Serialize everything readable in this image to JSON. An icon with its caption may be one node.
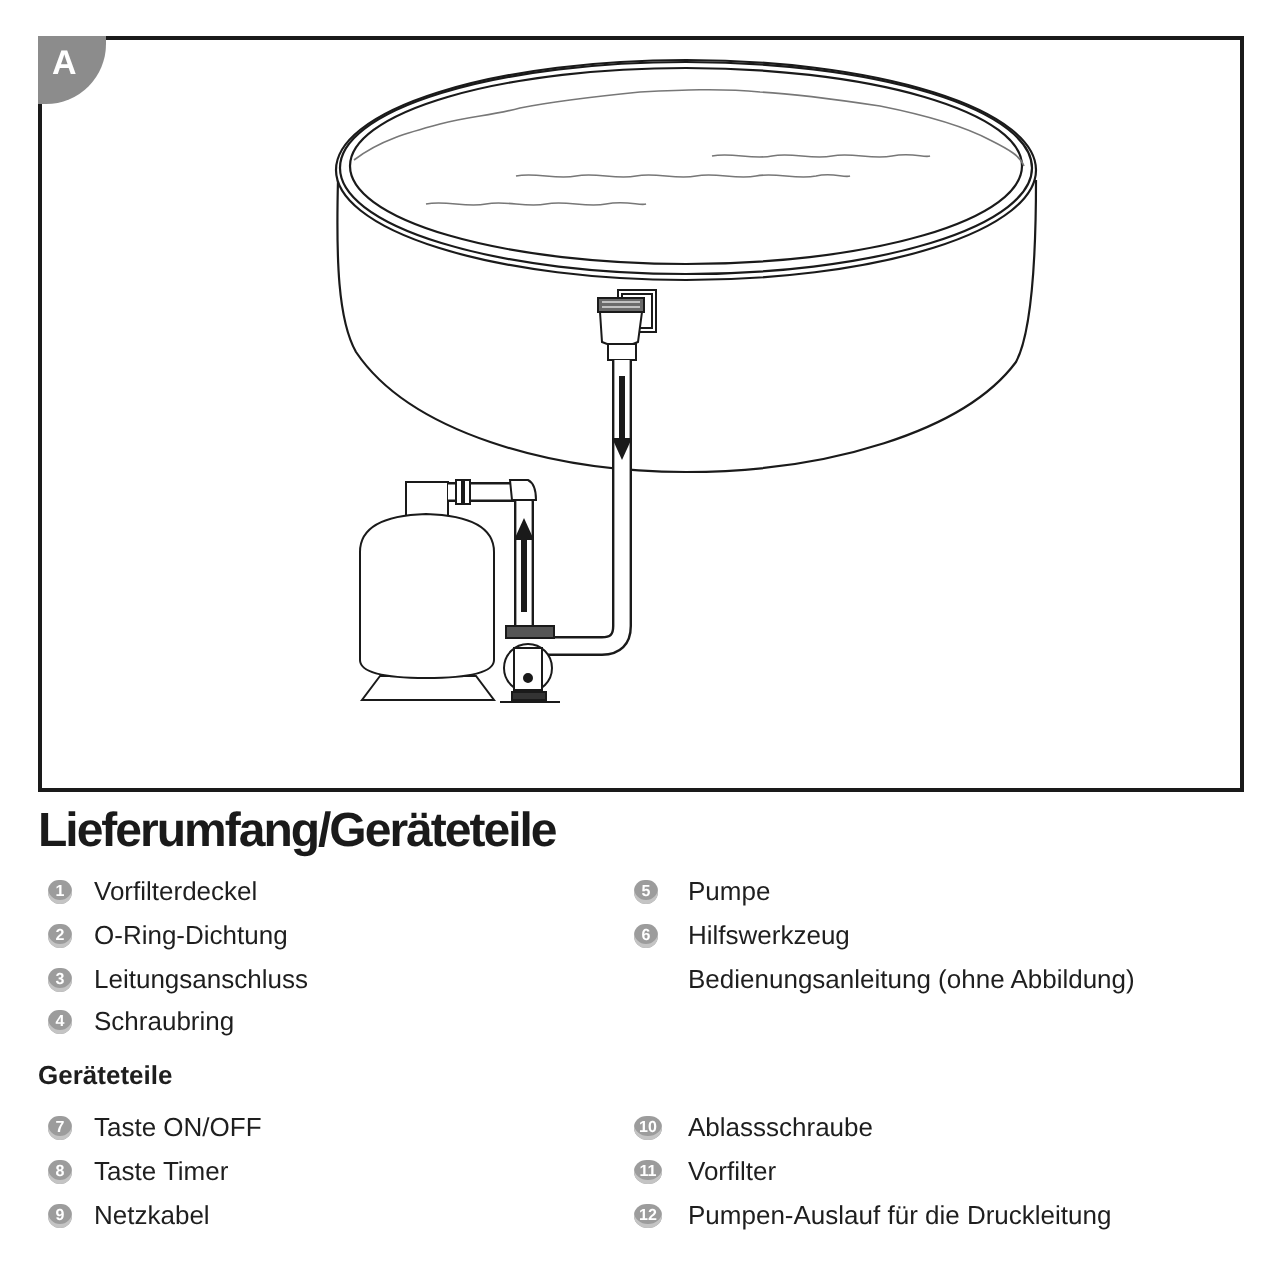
{
  "diagram": {
    "title": "Lieferumfang/Geräteteile",
    "labels": [
      "A",
      "1",
      "Vorfilterdeckel",
      "2",
      "O-Ring-Dichtung",
      "3",
      "Leitungsanschluss",
      "4",
      "Schraubring",
      "5",
      "Pumpe",
      "6",
      "Hilfswerkzeug",
      "Bedienungsanleitung (ohne Abbildung)",
      "Geräteteile",
      "7",
      "Taste ON/OFF",
      "8",
      "Taste Timer",
      "9",
      "Netzkabel",
      "10",
      "Ablassschraube",
      "11",
      "Vorfilter",
      "12",
      "Pumpen-Auslauf für die Druckleitung"
    ]
  }
}
